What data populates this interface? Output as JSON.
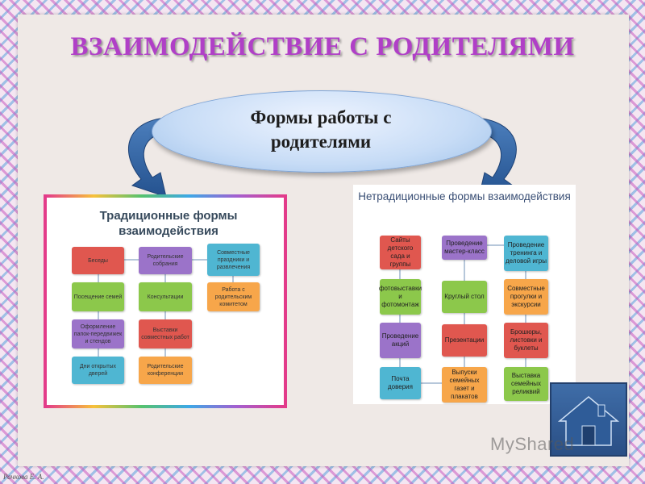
{
  "title": "ВЗАИМОДЕЙСТВИЕ С РОДИТЕЛЯМИ",
  "center_oval": {
    "line1": "Формы работы  с",
    "line2": "родителями"
  },
  "traditional": {
    "title_line1": "Традиционные формы",
    "title_line2": "взаимодействия",
    "nodes": [
      {
        "label": "Беседы",
        "color": "#e0574f"
      },
      {
        "label": "Родительские собрания",
        "color": "#9b73c9"
      },
      {
        "label": "Совместные праздники и развлечения",
        "color": "#4fb6d2"
      },
      {
        "label": "Посещение семей",
        "color": "#8cc84b"
      },
      {
        "label": "Консультации",
        "color": "#8cc84b"
      },
      {
        "label": "Работа с родительским комитетом",
        "color": "#f7a64a"
      },
      {
        "label": "Оформление папок-передвижек и стендов",
        "color": "#9b73c9"
      },
      {
        "label": "Выставки совместных работ",
        "color": "#e0574f"
      },
      {
        "label": "Дни открытых дверей",
        "color": "#4fb6d2"
      },
      {
        "label": "Родительские конференции",
        "color": "#f7a64a"
      }
    ]
  },
  "nontraditional": {
    "title": "Нетрадиционные формы взаимодействия",
    "nodes": [
      {
        "label": "Сайты детского сада и группы",
        "color": "#e0574f"
      },
      {
        "label": "Проведение мастер-класс",
        "color": "#9b73c9"
      },
      {
        "label": "Проведение тренинга и деловой игры",
        "color": "#4fb6d2"
      },
      {
        "label": "фотовыставки и фотомонтаж",
        "color": "#8cc84b"
      },
      {
        "label": "Круглый стол",
        "color": "#8cc84b"
      },
      {
        "label": "Совместные прогулки и экскурсии",
        "color": "#f7a64a"
      },
      {
        "label": "Проведение акций",
        "color": "#9b73c9"
      },
      {
        "label": "Презентации",
        "color": "#e0574f"
      },
      {
        "label": "Брошюры, листовки и буклеты",
        "color": "#e0574f"
      },
      {
        "label": "Почта доверия",
        "color": "#4fb6d2"
      },
      {
        "label": "Выпуски семейных газет и плакатов",
        "color": "#f7a64a"
      },
      {
        "label": "Выставка семейных реликвий",
        "color": "#8cc84b"
      }
    ]
  },
  "watermark": "MyShared",
  "signature": "Рачкова Е. А."
}
